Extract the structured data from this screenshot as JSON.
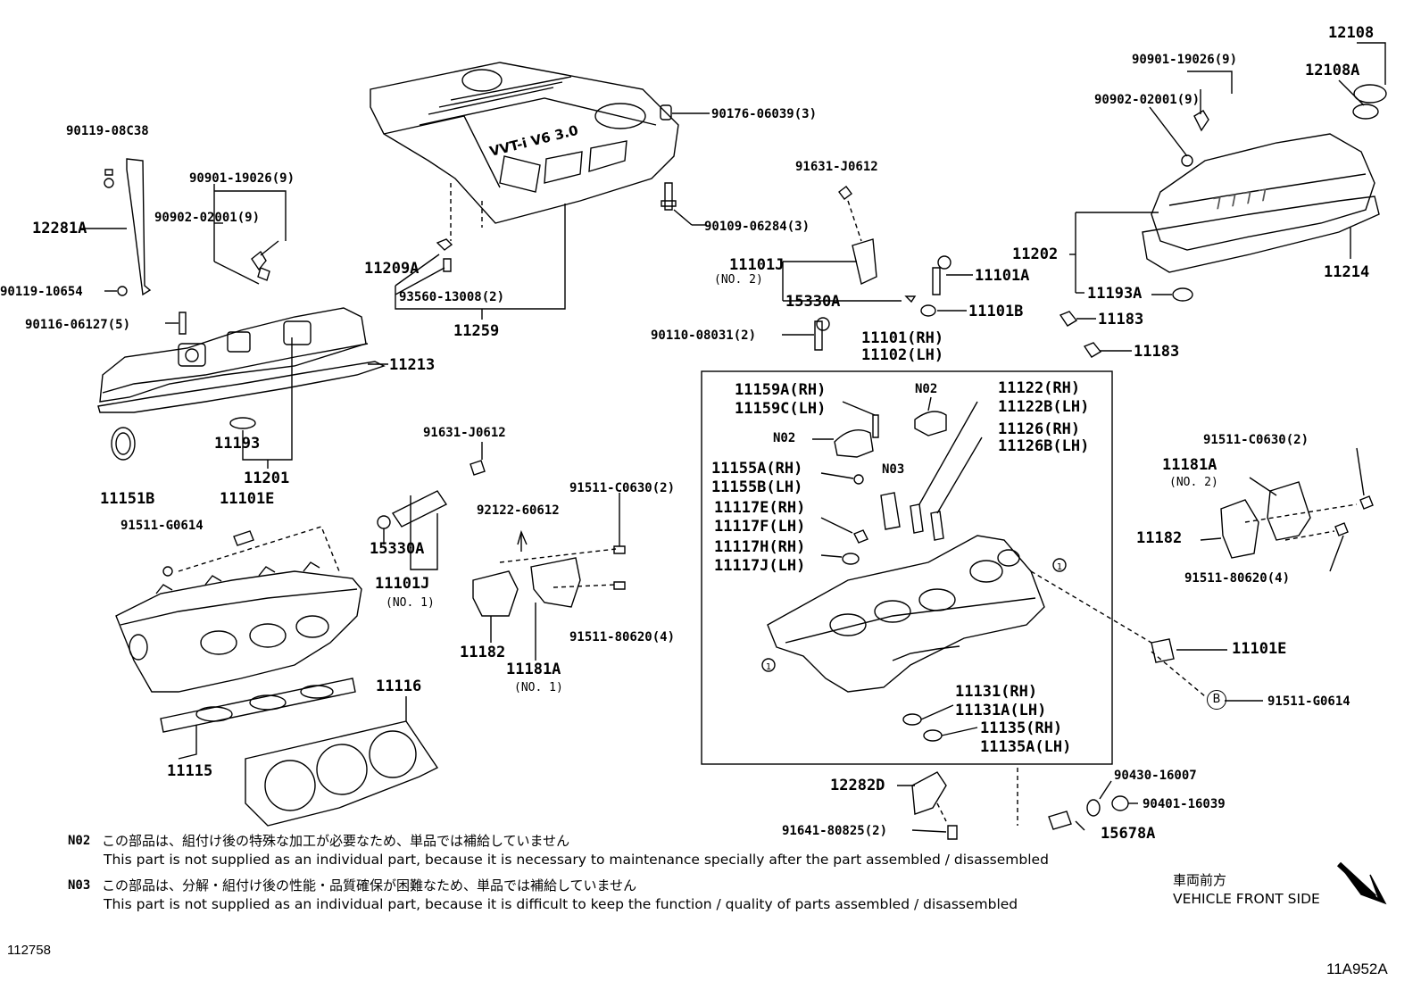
{
  "labels": {
    "p12108": "12108",
    "p12108A": "12108A",
    "p90901_r": "90901-19026(9)",
    "p90902_r": "90902-02001(9)",
    "p90176": "90176-06039(3)",
    "p90119_08": "90119-08C38",
    "p90901_l": "90901-19026(9)",
    "p90902_l": "90902-02001(9)",
    "p12281A": "12281A",
    "p90119_10": "90119-10654",
    "p90116": "90116-06127(5)",
    "p11213": "11213",
    "p11193": "11193",
    "p11201": "11201",
    "p11151B": "11151B",
    "p11101E_l": "11101E",
    "p91511_g_l": "91511-G0614",
    "p11209A": "11209A",
    "p93560": "93560-13008(2)",
    "p11259": "11259",
    "p90109": "90109-06284(3)",
    "p91631_top": "91631-J0612",
    "p11101J_top": "11101J",
    "p11101J_top_sub": "(NO. 2)",
    "p15330A_top": "15330A",
    "p11101A": "11101A",
    "p11101B": "11101B",
    "p90110": "90110-08031(2)",
    "p11202": "11202",
    "p11214": "11214",
    "p11193A": "11193A",
    "p11183_a": "11183",
    "p11183_b": "11183",
    "p11101_rh": "11101(RH)",
    "p11102_lh": "11102(LH)",
    "p11159A": "11159A(RH)",
    "p11159C": "11159C(LH)",
    "pN02_a": "N02",
    "pN02_b": "N02",
    "p11122": "11122(RH)",
    "p11122B": "11122B(LH)",
    "p11126": "11126(RH)",
    "p11126B": "11126B(LH)",
    "p11155A": "11155A(RH)",
    "p11155B": "11155B(LH)",
    "pN03": "N03",
    "p11117E": "11117E(RH)",
    "p11117F": "11117F(LH)",
    "p11117H": "11117H(RH)",
    "p11117J": "11117J(LH)",
    "p91631_mid": "91631-J0612",
    "p15330A_mid": "15330A",
    "p11101J_mid": "11101J",
    "p11101J_mid_sub": "(NO. 1)",
    "p92122": "92122-60612",
    "p91511_c_mid": "91511-C0630(2)",
    "p91511_8_mid": "91511-80620(4)",
    "p11182_mid": "11182",
    "p11181A_mid": "11181A",
    "p11181A_mid_sub": "(NO. 1)",
    "p91511_c_r": "91511-C0630(2)",
    "p11181A_r": "11181A",
    "p11181A_r_sub": "(NO. 2)",
    "p11182_r": "11182",
    "p91511_8_r": "91511-80620(4)",
    "p11101E_r": "11101E",
    "p91511_g_r": "91511-G0614",
    "p11116": "11116",
    "p11115": "11115",
    "p11131": "11131(RH)",
    "p11131A": "11131A(LH)",
    "p11135": "11135(RH)",
    "p11135A": "11135A(LH)",
    "p12282D": "12282D",
    "p91641": "91641-80825(2)",
    "p90430": "90430-16007",
    "p90401": "90401-16039",
    "p15678A": "15678A"
  },
  "markers": {
    "b": "B",
    "one": "1"
  },
  "notes": {
    "n02_tag": "N02",
    "n02_jp": "この部品は、組付け後の特殊な加工が必要なため、単品では補給していません",
    "n02_en": "This part is not supplied as an individual part, because it is necessary to maintenance specially after the part assembled / disassembled",
    "n03_tag": "N03",
    "n03_jp": "この部品は、分解・組付け後の性能・品質確保が困難なため、単品では補給していません",
    "n03_en": "This part is not supplied as an individual part, because it is difficult to keep the function / quality of parts  assembled / disassembled"
  },
  "front": {
    "jp": "車両前方",
    "en": "VEHICLE FRONT SIDE"
  },
  "cover_text": "VVT-i V6 3.0",
  "footer": {
    "left_id": "112758",
    "right_id": "11A952A"
  }
}
